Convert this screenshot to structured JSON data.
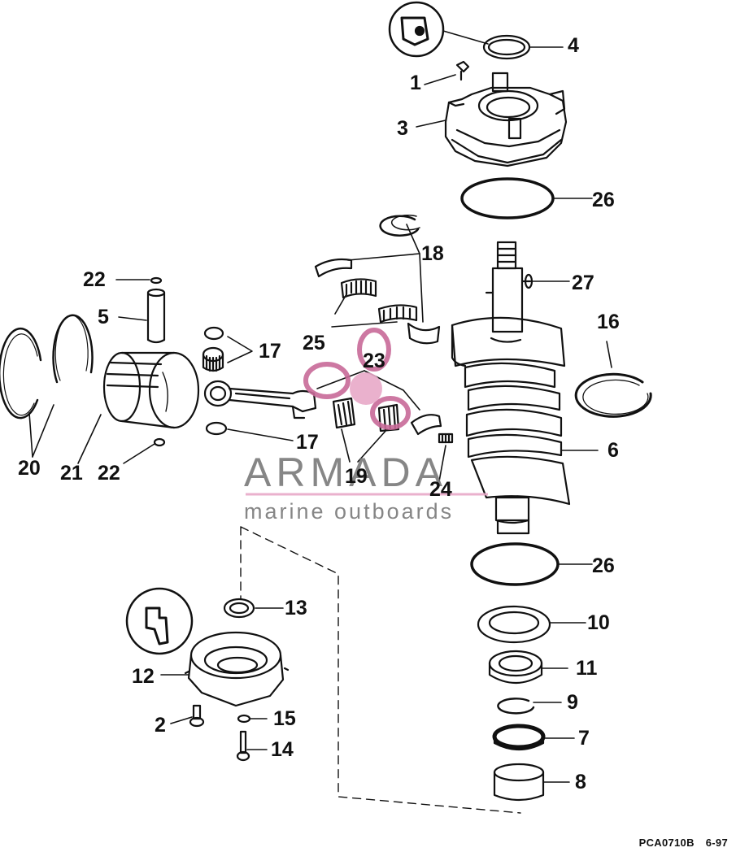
{
  "labels": {
    "l1": "1",
    "l2": "2",
    "l3": "3",
    "l4": "4",
    "l5": "5",
    "l6": "6",
    "l7": "7",
    "l8": "8",
    "l9": "9",
    "l10": "10",
    "l11": "11",
    "l12": "12",
    "l13": "13",
    "l14": "14",
    "l15": "15",
    "l16": "16",
    "l17a": "17",
    "l17b": "17",
    "l18": "18",
    "l19": "19",
    "l20": "20",
    "l21": "21",
    "l22a": "22",
    "l22b": "22",
    "l23": "23",
    "l24": "24",
    "l25": "25",
    "l26a": "26",
    "l26b": "26",
    "l27": "27"
  },
  "watermark": {
    "title": "ARMADA",
    "subtitle": "marine outboards"
  },
  "footer": {
    "code": "PCA0710B",
    "date": "6-97"
  }
}
